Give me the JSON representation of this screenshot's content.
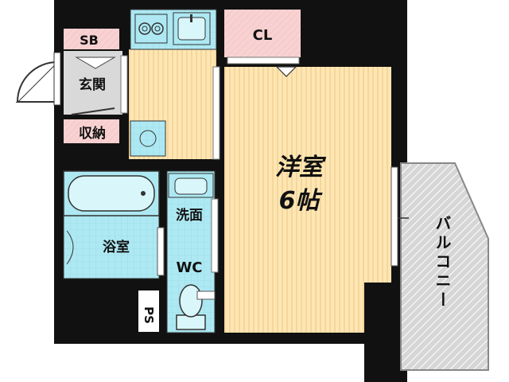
{
  "labels": {
    "sb": "SB",
    "cl": "CL",
    "genkan": "玄関",
    "shuno": "収納",
    "yoshitsu": "洋室",
    "size": "6帖",
    "senmen": "洗面",
    "yokushitsu": "浴室",
    "wc": "WC",
    "ps": "PS",
    "balcony": "バルコニー"
  },
  "colors": {
    "wall": "#111111",
    "floor_wood": "#fde6b4",
    "floor_stripe": "#f6d69a",
    "wet_area": "#aee9f3",
    "closet": "#f8d2d2",
    "entrance": "#d9d9d9",
    "balcony": "#d6d6d6"
  }
}
